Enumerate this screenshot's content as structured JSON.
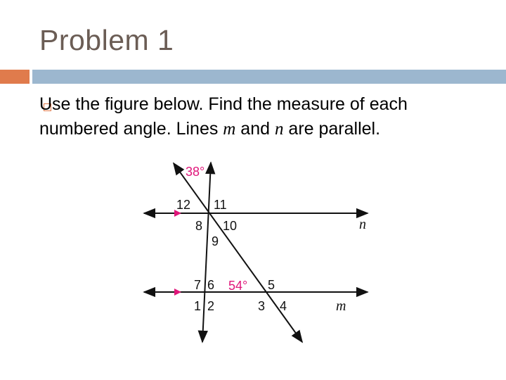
{
  "slide": {
    "title": "Problem 1",
    "text_part1": "Use the figure below. Find the measure of each numbered angle.  Lines ",
    "var_m": "m",
    "text_and": " and ",
    "var_n": "n",
    "text_part2": " are parallel."
  },
  "figure": {
    "angle_top": "38°",
    "angle_middle": "54°",
    "labels": {
      "a12": "12",
      "a11": "11",
      "a8": "8",
      "a10": "10",
      "a9": "9",
      "a7": "7",
      "a6": "6",
      "a5": "5",
      "a1": "1",
      "a2": "2",
      "a3": "3",
      "a4": "4"
    },
    "line_n": "n",
    "line_m": "m"
  },
  "colors": {
    "title": "#6b5d55",
    "accent_orange": "#e07b4c",
    "accent_blue": "#9cb7cf",
    "given_angle": "#e0157a",
    "parallel_arrow": "#e0157a"
  }
}
